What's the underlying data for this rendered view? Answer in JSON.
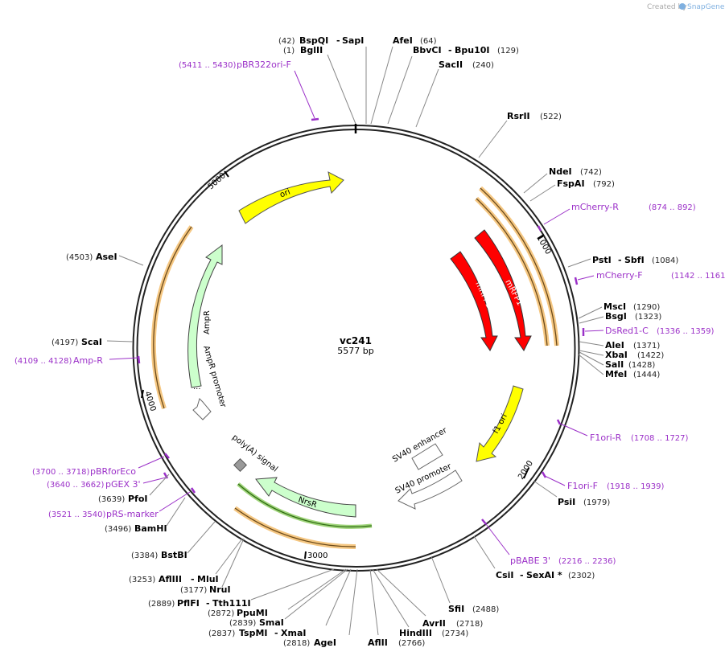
{
  "credit": {
    "prefix": "Created by",
    "brand": "SnapGene"
  },
  "plasmid": {
    "name": "vc241",
    "length_label": "5577 bp",
    "length": 5577
  },
  "ticks": [
    {
      "label": "1000",
      "bp": 1000
    },
    {
      "label": "2000",
      "bp": 2000
    },
    {
      "label": "3000",
      "bp": 3000
    },
    {
      "label": "4000",
      "bp": 4000
    },
    {
      "label": "5000",
      "bp": 5000
    }
  ],
  "sites": [
    {
      "id": "bglii",
      "names": [
        "BglII"
      ],
      "pos": "(1)",
      "bp": 1
    },
    {
      "id": "bspqi",
      "names": [
        "BspQI",
        "SapI"
      ],
      "pos": "(42)",
      "bp": 42
    },
    {
      "id": "afei",
      "names": [
        "AfeI"
      ],
      "pos": "(64)",
      "bp": 64
    },
    {
      "id": "bbvci",
      "names": [
        "BbvCI",
        "Bpu10I"
      ],
      "pos": "(129)",
      "bp": 129
    },
    {
      "id": "sacii",
      "names": [
        "SacII"
      ],
      "pos": "(240)",
      "bp": 240
    },
    {
      "id": "rsrii",
      "names": [
        "RsrII"
      ],
      "pos": "(522)",
      "bp": 522
    },
    {
      "id": "ndei",
      "names": [
        "NdeI"
      ],
      "pos": "(742)",
      "bp": 742
    },
    {
      "id": "fspai",
      "names": [
        "FspAI"
      ],
      "pos": "(792)",
      "bp": 792
    },
    {
      "id": "psti",
      "names": [
        "PstI",
        "SbfI"
      ],
      "pos": "(1084)",
      "bp": 1084
    },
    {
      "id": "msci",
      "names": [
        "MscI"
      ],
      "pos": "(1290)",
      "bp": 1290
    },
    {
      "id": "bsgi",
      "names": [
        "BsgI"
      ],
      "pos": "(1323)",
      "bp": 1323
    },
    {
      "id": "alei",
      "names": [
        "AleI"
      ],
      "pos": "(1371)",
      "bp": 1371
    },
    {
      "id": "xbai",
      "names": [
        "XbaI"
      ],
      "pos": "(1422)",
      "bp": 1422
    },
    {
      "id": "sali",
      "names": [
        "SalI"
      ],
      "pos": "(1428)",
      "bp": 1428
    },
    {
      "id": "mfei",
      "names": [
        "MfeI"
      ],
      "pos": "(1444)",
      "bp": 1444
    },
    {
      "id": "psii",
      "names": [
        "PsiI"
      ],
      "pos": "(1979)",
      "bp": 1979
    },
    {
      "id": "csii",
      "names": [
        "CsiI",
        "SexAI *"
      ],
      "pos": "(2302)",
      "bp": 2302
    },
    {
      "id": "sfii",
      "names": [
        "SfiI"
      ],
      "pos": "(2488)",
      "bp": 2488
    },
    {
      "id": "avrii",
      "names": [
        "AvrII"
      ],
      "pos": "(2718)",
      "bp": 2718
    },
    {
      "id": "hindiii",
      "names": [
        "HindIII"
      ],
      "pos": "(2734)",
      "bp": 2734
    },
    {
      "id": "aflii",
      "names": [
        "AflII"
      ],
      "pos": "(2766)",
      "bp": 2766
    },
    {
      "id": "agei",
      "names": [
        "AgeI"
      ],
      "pos": "(2818)",
      "bp": 2818
    },
    {
      "id": "tspmi",
      "names": [
        "TspMI",
        "XmaI"
      ],
      "pos": "(2837)",
      "bp": 2837
    },
    {
      "id": "smai",
      "names": [
        "SmaI"
      ],
      "pos": "(2839)",
      "bp": 2839
    },
    {
      "id": "ppumi",
      "names": [
        "PpuMI"
      ],
      "pos": "(2872)",
      "bp": 2872
    },
    {
      "id": "pflfi",
      "names": [
        "PflFI",
        "Tth111I"
      ],
      "pos": "(2889)",
      "bp": 2889
    },
    {
      "id": "nrui",
      "names": [
        "NruI"
      ],
      "pos": "(3177)",
      "bp": 3177
    },
    {
      "id": "afliii",
      "names": [
        "AflIII",
        "MluI"
      ],
      "pos": "(3253)",
      "bp": 3253
    },
    {
      "id": "bstbi",
      "names": [
        "BstBI"
      ],
      "pos": "(3384)",
      "bp": 3384
    },
    {
      "id": "bamhi",
      "names": [
        "BamHI"
      ],
      "pos": "(3496)",
      "bp": 3496
    },
    {
      "id": "pfoi",
      "names": [
        "PfoI"
      ],
      "pos": "(3639)",
      "bp": 3639
    },
    {
      "id": "scai",
      "names": [
        "ScaI"
      ],
      "pos": "(4197)",
      "bp": 4197
    },
    {
      "id": "asei",
      "names": [
        "AseI"
      ],
      "pos": "(4503)",
      "bp": 4503
    }
  ],
  "primers": [
    {
      "id": "pbr322ori",
      "name": "pBR322ori-F",
      "range": "(5411 .. 5430)",
      "bp": 5420
    },
    {
      "id": "mcherryr",
      "name": "mCherry-R",
      "range": "(874 .. 892)",
      "bp": 883
    },
    {
      "id": "mcherryf",
      "name": "mCherry-F",
      "range": "(1142 .. 1161)",
      "bp": 1151
    },
    {
      "id": "dsred1c",
      "name": "DsRed1-C",
      "range": "(1336 .. 1359)",
      "bp": 1347
    },
    {
      "id": "f1orir",
      "name": "F1ori-R",
      "range": "(1708 .. 1727)",
      "bp": 1717
    },
    {
      "id": "f1orif",
      "name": "F1ori-F",
      "range": "(1918 .. 1939)",
      "bp": 1928
    },
    {
      "id": "pbabe3",
      "name": "pBABE 3'",
      "range": "(2216 .. 2236)",
      "bp": 2226
    },
    {
      "id": "prsmarker",
      "name": "pRS-marker",
      "range": "(3521 .. 3540)",
      "bp": 3530
    },
    {
      "id": "pgex3",
      "name": "pGEX 3'",
      "range": "(3640 .. 3662)",
      "bp": 3651
    },
    {
      "id": "pbrforeco",
      "name": "pBRforEco",
      "range": "(3700 .. 3718)",
      "bp": 3709
    },
    {
      "id": "ampr",
      "name": "Amp-R",
      "range": "(4109 .. 4128)",
      "bp": 4118
    }
  ],
  "features": [
    {
      "id": "ori",
      "label": "ori",
      "color": "#ffff00",
      "text_color": "#000000"
    },
    {
      "id": "mrfp1-outer",
      "label": "mRFP1",
      "color": "#ff0000",
      "text_color": "#ffffff"
    },
    {
      "id": "mrfp1-inner",
      "label": "mRFP1",
      "color": "#ff0000",
      "text_color": "#ffffff"
    },
    {
      "id": "f1ori",
      "label": "f1 ori",
      "color": "#ffff00",
      "text_color": "#000000"
    },
    {
      "id": "sv40-enhancer",
      "label": "SV40 enhancer",
      "color": "#ffffff",
      "text_color": "#000000"
    },
    {
      "id": "sv40-promoter",
      "label": "SV40 promoter",
      "color": "#ffffff",
      "text_color": "#000000"
    },
    {
      "id": "nrsr",
      "label": "NrsR",
      "color": "#ccffcc",
      "text_color": "#000000"
    },
    {
      "id": "polya",
      "label": "poly(A) signal",
      "color": "#999999",
      "text_color": "#000000"
    },
    {
      "id": "ampr-cds",
      "label": "AmpR",
      "color": "#ccffcc",
      "text_color": "#000000"
    },
    {
      "id": "ampr-promoter",
      "label": "AmpR promoter",
      "color": "#ffffff",
      "text_color": "#000000"
    }
  ],
  "colors": {
    "primer": "#9b30c8",
    "orf": "#f5a623"
  }
}
